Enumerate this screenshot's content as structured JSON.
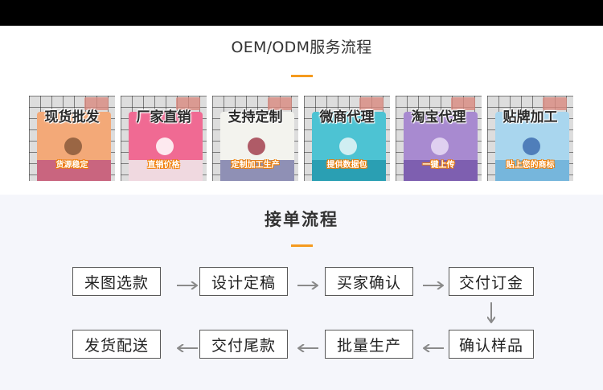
{
  "services": {
    "title": "OEM/ODM服务流程",
    "cards": [
      {
        "label": "现货批发",
        "tag": "货源稳定",
        "towel_color": "#f3a978",
        "stripe_color": "#c9657f",
        "motif_color": "#8a5a3b"
      },
      {
        "label": "厂家直销",
        "tag": "直销价格",
        "towel_color": "#f06a93",
        "stripe_color": "#f0d9e0",
        "motif_color": "#ffffff"
      },
      {
        "label": "支持定制",
        "tag": "定制加工生产",
        "towel_color": "#f3f3ee",
        "stripe_color": "#8f90b5",
        "motif_color": "#a2404f"
      },
      {
        "label": "微商代理",
        "tag": "提供数据包",
        "towel_color": "#4dc3d3",
        "stripe_color": "#2a9fb3",
        "motif_color": "#e8f6f7"
      },
      {
        "label": "淘宝代理",
        "tag": "一键上传",
        "towel_color": "#a88ad0",
        "stripe_color": "#7e5fb0",
        "motif_color": "#e9dcf6"
      },
      {
        "label": "贴牌加工",
        "tag": "贴上您的商标",
        "towel_color": "#a9d6ee",
        "stripe_color": "#76b6dc",
        "motif_color": "#3f6fb0"
      }
    ]
  },
  "process": {
    "title": "接单流程",
    "steps": [
      "来图选款",
      "设计定稿",
      "买家确认",
      "交付订金",
      "确认样品",
      "批量生产",
      "交付尾款",
      "发货配送"
    ]
  },
  "colors": {
    "accent": "#f59a1e",
    "arrow": "#8a8a8a",
    "box_border": "#595959",
    "section_bg": "#f5f6fb"
  }
}
